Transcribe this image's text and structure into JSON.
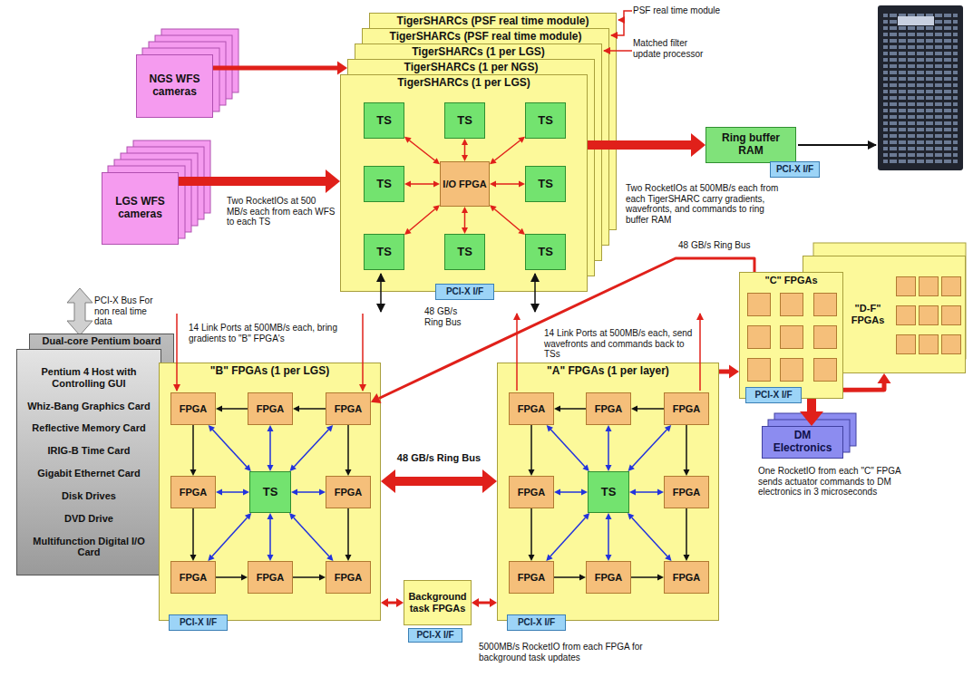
{
  "diagram": {
    "nodes": [
      {
        "text": [
          "TigerSHARCs (PSF real time module)"
        ]
      },
      {
        "text": [
          "TigerSHARCs (PSF real time module)"
        ]
      },
      {
        "text": [
          "TigerSHARCs (1 per LGS)"
        ]
      },
      {
        "text": [
          "TigerSHARCs (1 per NGS)"
        ]
      },
      {
        "text": [
          "TigerSHARCs (1 per LGS)"
        ]
      },
      {
        "text": [
          "TS"
        ],
        "in": 4
      },
      {
        "text": [
          "TS"
        ],
        "in": 4
      },
      {
        "text": [
          "TS"
        ],
        "in": 4
      },
      {
        "text": [
          "TS"
        ],
        "in": 4
      },
      {
        "text": [
          "I/O FPGA"
        ],
        "in": 4
      },
      {
        "text": [
          "TS"
        ],
        "in": 4
      },
      {
        "text": [
          "TS"
        ],
        "in": 4
      },
      {
        "text": [
          "TS"
        ],
        "in": 4
      },
      {
        "text": [
          "TS"
        ],
        "in": 4
      },
      {
        "text": [
          "PCI-X I/F"
        ],
        "in": 4
      },
      {
        "text": [
          "NGS WFS cameras"
        ]
      },
      {
        "text": [
          "LGS WFS cameras"
        ]
      },
      {
        "text": [
          "Ring buffer RAM"
        ]
      },
      {
        "text": [
          "PCI-X I/F"
        ],
        "in": 17
      },
      {
        "text": [
          "\"D-F\" FPGAs"
        ]
      },
      {
        "text": [
          "\"C\" FPGAs"
        ]
      },
      {
        "text": [
          "PCI-X I/F"
        ],
        "in": 20
      },
      {
        "text": [
          "DM Electronics"
        ]
      },
      {
        "text": [
          "Dual-core Pentium board"
        ]
      },
      {
        "text": [
          "Pentium 4 Host with Controlling GUI",
          "Whiz-Bang Graphics Card",
          "Reflective Memory Card",
          "IRIG-B Time Card",
          "Gigabit Ethernet Card",
          "Disk Drives",
          "DVD Drive",
          "Multifunction Digital I/O Card"
        ]
      },
      {
        "text": [
          "\"B\" FPGAs (1 per LGS)"
        ]
      },
      {
        "text": [
          "FPGA"
        ],
        "in": 25
      },
      {
        "text": [
          "FPGA"
        ],
        "in": 25
      },
      {
        "text": [
          "FPGA"
        ],
        "in": 25
      },
      {
        "text": [
          "FPGA"
        ],
        "in": 25
      },
      {
        "text": [
          "TS"
        ],
        "in": 25
      },
      {
        "text": [
          "FPGA"
        ],
        "in": 25
      },
      {
        "text": [
          "FPGA"
        ],
        "in": 25
      },
      {
        "text": [
          "FPGA"
        ],
        "in": 25
      },
      {
        "text": [
          "FPGA"
        ],
        "in": 25
      },
      {
        "text": [
          "PCI-X I/F"
        ],
        "in": 25
      },
      {
        "text": [
          "\"A\" FPGAs (1 per layer)"
        ]
      },
      {
        "text": [
          "FPGA"
        ],
        "in": 36
      },
      {
        "text": [
          "FPGA"
        ],
        "in": 36
      },
      {
        "text": [
          "FPGA"
        ],
        "in": 36
      },
      {
        "text": [
          "FPGA"
        ],
        "in": 36
      },
      {
        "text": [
          "TS"
        ],
        "in": 36
      },
      {
        "text": [
          "FPGA"
        ],
        "in": 36
      },
      {
        "text": [
          "FPGA"
        ],
        "in": 36
      },
      {
        "text": [
          "FPGA"
        ],
        "in": 36
      },
      {
        "text": [
          "FPGA"
        ],
        "in": 36
      },
      {
        "text": [
          "PCI-X I/F"
        ],
        "in": 36
      },
      {
        "text": [
          "Background task FPGAs"
        ]
      },
      {
        "text": [
          "PCI-X I/F"
        ],
        "in": 47
      }
    ],
    "edges": [
      {
        "from": 15,
        "to": 3,
        "arrow": "to"
      },
      {
        "from": 16,
        "to": 4,
        "arrow": "to"
      },
      {
        "from": 9,
        "to": 5,
        "arrow": "both"
      },
      {
        "from": 9,
        "to": 6,
        "arrow": "both"
      },
      {
        "from": 9,
        "to": 7,
        "arrow": "both"
      },
      {
        "from": 9,
        "to": 8,
        "arrow": "both"
      },
      {
        "from": 9,
        "to": 10,
        "arrow": "both"
      },
      {
        "from": 9,
        "to": 11,
        "arrow": "both"
      },
      {
        "from": 9,
        "to": 12,
        "arrow": "both"
      },
      {
        "from": 9,
        "to": 13,
        "arrow": "both"
      },
      {
        "from": 4,
        "to": 17,
        "arrow": "to"
      },
      {
        "from": 20,
        "to": 28,
        "arrow": "to"
      },
      {
        "from": 20,
        "to": 19,
        "arrow": "to"
      },
      {
        "from": 20,
        "to": 22,
        "arrow": "to"
      },
      {
        "from": 25,
        "to": 36,
        "label": "48 GB/s Ring Bus",
        "arrow": "both"
      },
      {
        "from": 36,
        "to": 20,
        "arrow": "to"
      },
      {
        "from": 25,
        "to": 47,
        "arrow": "both"
      },
      {
        "from": 36,
        "to": 47,
        "arrow": "both"
      },
      {
        "from": 28,
        "to": 27,
        "arrow": "to"
      },
      {
        "from": 27,
        "to": 26,
        "arrow": "to"
      },
      {
        "from": 26,
        "to": 29,
        "arrow": "to"
      },
      {
        "from": 29,
        "to": 32,
        "arrow": "to"
      },
      {
        "from": 32,
        "to": 33,
        "arrow": "to"
      },
      {
        "from": 33,
        "to": 34,
        "arrow": "to"
      },
      {
        "from": 28,
        "to": 31,
        "arrow": "to"
      },
      {
        "from": 31,
        "to": 34,
        "arrow": "to"
      },
      {
        "from": 30,
        "to": 26,
        "arrow": "both"
      },
      {
        "from": 30,
        "to": 27,
        "arrow": "both"
      },
      {
        "from": 30,
        "to": 28,
        "arrow": "both"
      },
      {
        "from": 30,
        "to": 29,
        "arrow": "both"
      },
      {
        "from": 30,
        "to": 31,
        "arrow": "both"
      },
      {
        "from": 30,
        "to": 32,
        "arrow": "both"
      },
      {
        "from": 30,
        "to": 33,
        "arrow": "both"
      },
      {
        "from": 30,
        "to": 34,
        "arrow": "both"
      },
      {
        "from": 39,
        "to": 38,
        "arrow": "to"
      },
      {
        "from": 38,
        "to": 37,
        "arrow": "to"
      },
      {
        "from": 37,
        "to": 40,
        "arrow": "to"
      },
      {
        "from": 40,
        "to": 43,
        "arrow": "to"
      },
      {
        "from": 43,
        "to": 44,
        "arrow": "to"
      },
      {
        "from": 44,
        "to": 45,
        "arrow": "to"
      },
      {
        "from": 39,
        "to": 42,
        "arrow": "to"
      },
      {
        "from": 42,
        "to": 45,
        "arrow": "to"
      },
      {
        "from": 41,
        "to": 37,
        "arrow": "both"
      },
      {
        "from": 41,
        "to": 38,
        "arrow": "both"
      },
      {
        "from": 41,
        "to": 39,
        "arrow": "both"
      },
      {
        "from": 41,
        "to": 40,
        "arrow": "both"
      },
      {
        "from": 41,
        "to": 42,
        "arrow": "both"
      },
      {
        "from": 41,
        "to": 43,
        "arrow": "both"
      },
      {
        "from": 41,
        "to": 44,
        "arrow": "both"
      },
      {
        "from": 41,
        "to": 45,
        "arrow": "both"
      }
    ],
    "labels": [
      "PSF real time module",
      "Matched filter update processor",
      "Two RocketIOs at 500 MB/s each from each WFS to each TS",
      "Two RocketIOs at 500MB/s each from each TigerSHARC carry gradients, wavefronts, and commands to ring buffer RAM",
      "48 GB/s Ring Bus",
      "PCI-X Bus For non real time data",
      "14 Link Ports at 500MB/s each, bring gradients to \"B\" FPGA's",
      "14 Link Ports at 500MB/s each, send wavefronts and commands back to TSs",
      "48 GB/s Ring Bus",
      "One RocketIO from each \"C\" FPGA sends actuator commands to DM electronics in 3 microseconds",
      "5000MB/s RocketIO from each FPGA for background task updates"
    ]
  }
}
